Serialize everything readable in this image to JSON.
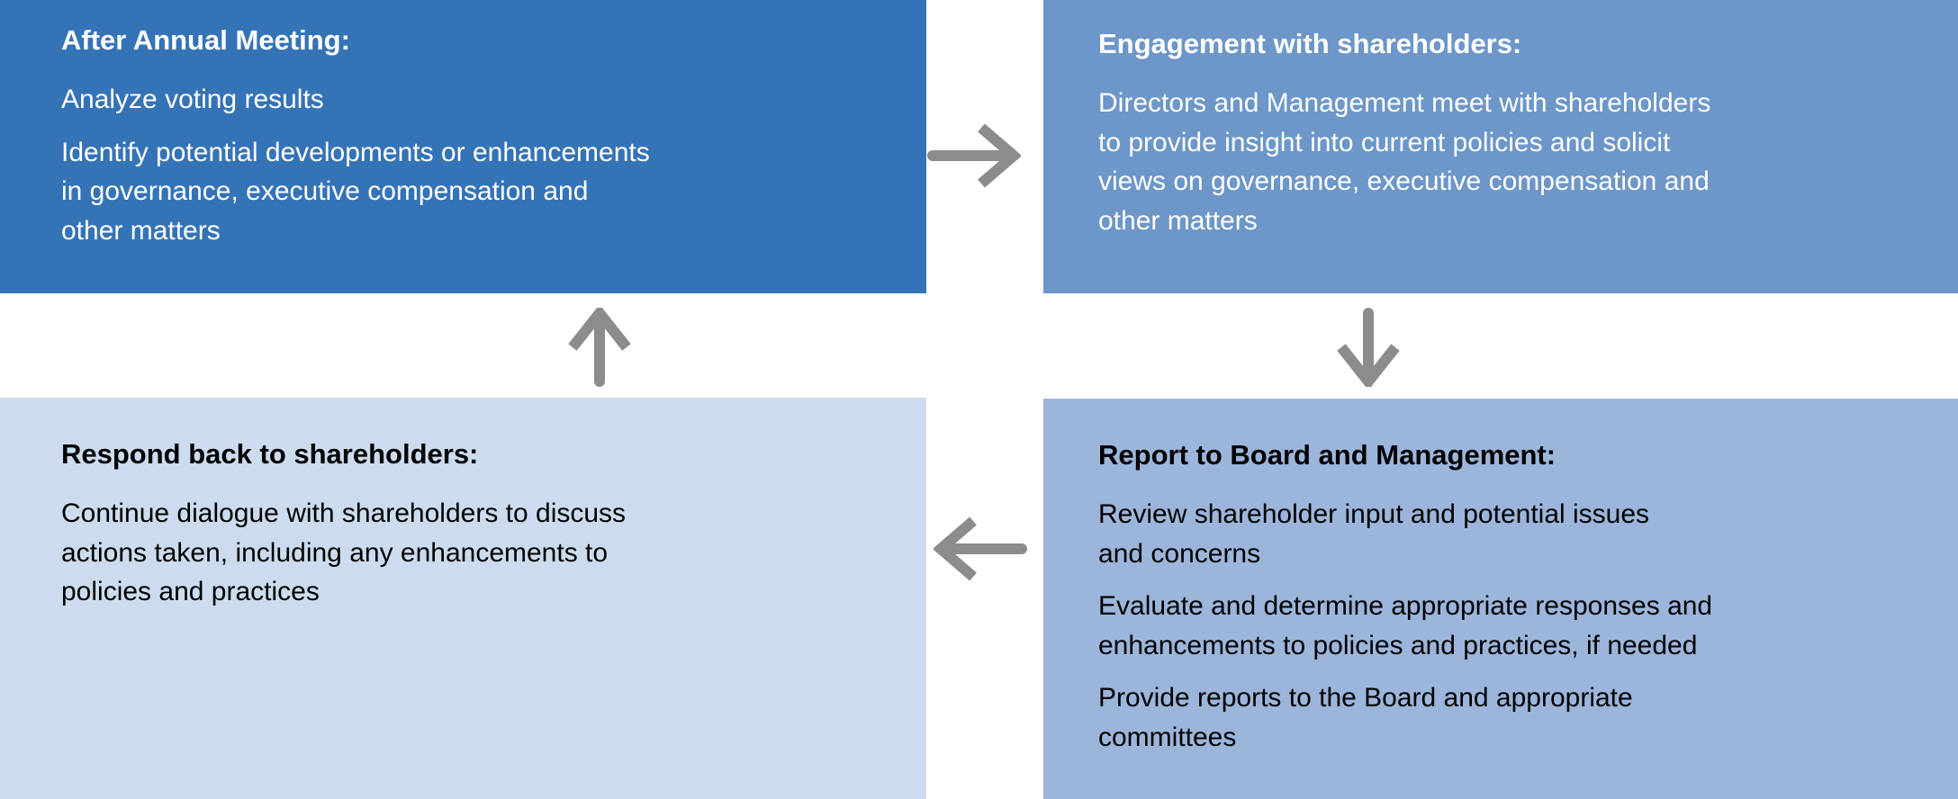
{
  "diagram": {
    "description": "Shareholder engagement cycle diagram with four boxes connected by arrows in a clockwise loop",
    "arrow_color": "#8C8C8C",
    "boxes": [
      {
        "id": "after-annual-meeting",
        "title": "After Annual Meeting:",
        "paragraphs": [
          "Analyze voting results",
          "Identify potential developments or enhancements\nin governance, executive compensation and\nother matters"
        ],
        "bg_color": "#3573B7",
        "text_color": "#FFFFFF"
      },
      {
        "id": "engagement-with-shareholders",
        "title": "Engagement with shareholders:",
        "paragraphs": [
          "Directors and Management meet with shareholders\nto provide insight into current policies and solicit\nviews on governance, executive compensation and\nother matters"
        ],
        "bg_color": "#6D96C9",
        "text_color": "#FFFFFF"
      },
      {
        "id": "report-to-board-and-management",
        "title": "Report to Board and Management:",
        "paragraphs": [
          "Review shareholder input and potential issues\nand concerns",
          "Evaluate and determine appropriate responses and\nenhancements to policies and practices, if needed",
          "Provide reports to the Board and appropriate\ncommittees"
        ],
        "bg_color": "#9CB5DB",
        "text_color": "#000000"
      },
      {
        "id": "respond-back-to-shareholders",
        "title": "Respond back to shareholders:",
        "paragraphs": [
          "Continue dialogue with shareholders to discuss\nactions taken, including any enhancements to\npolicies and practices"
        ],
        "bg_color": "#CCDCEE",
        "text_color": "#000000"
      }
    ],
    "arrows": [
      {
        "direction": "right",
        "from": "after-annual-meeting",
        "to": "engagement-with-shareholders"
      },
      {
        "direction": "down",
        "from": "engagement-with-shareholders",
        "to": "report-to-board-and-management"
      },
      {
        "direction": "left",
        "from": "report-to-board-and-management",
        "to": "respond-back-to-shareholders"
      },
      {
        "direction": "up",
        "from": "respond-back-to-shareholders",
        "to": "after-annual-meeting"
      }
    ]
  }
}
